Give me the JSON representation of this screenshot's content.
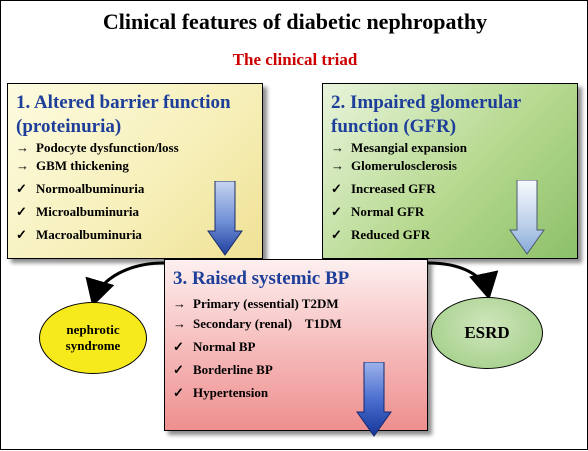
{
  "title": "Clinical features of diabetic nephropathy",
  "subtitle": "The clinical triad",
  "box1": {
    "title_line1": "1.  Altered barrier function",
    "title_line2": "(proteinuria)",
    "items": [
      {
        "symbol": "→",
        "text": "Podocyte dysfunction/loss"
      },
      {
        "symbol": "→",
        "text": "GBM thickening"
      },
      {
        "symbol": "✓",
        "text": "Normoalbuminuria"
      },
      {
        "symbol": "✓",
        "text": "Microalbuminuria"
      },
      {
        "symbol": "✓",
        "text": "Macroalbuminuria"
      }
    ]
  },
  "box2": {
    "title_line1": "2.  Impaired glomerular",
    "title_line2": "function (GFR)",
    "items": [
      {
        "symbol": "→",
        "text": "Mesangial expansion"
      },
      {
        "symbol": "→",
        "text": "Glomerulosclerosis"
      },
      {
        "symbol": "✓",
        "text": "Increased GFR"
      },
      {
        "symbol": "✓",
        "text": "Normal GFR"
      },
      {
        "symbol": "✓",
        "text": "Reduced GFR"
      }
    ]
  },
  "box3": {
    "title": "3.  Raised systemic BP",
    "items": [
      {
        "symbol": "→",
        "text": "Primary (essential) T2DM"
      },
      {
        "symbol": "→",
        "text": "Secondary (renal)    T1DM"
      },
      {
        "symbol": "✓",
        "text": "Normal BP"
      },
      {
        "symbol": "✓",
        "text": "Borderline BP"
      },
      {
        "symbol": "✓",
        "text": "Hypertension"
      }
    ]
  },
  "outcomes": {
    "left_line1": "nephrotic",
    "left_line2": "syndrome",
    "right": "ESRD"
  },
  "colors": {
    "title_red": "#cc0000",
    "box_title_blue": "#1d3f9a",
    "box1_fill": "#f7f0bb",
    "box2_fill": "#b6d98f",
    "box3_fill": "#f6b8b8",
    "ellipse_left": "#f7ea1c",
    "ellipse_right": "#9ccb81",
    "arrow_blue": "#2a4fa8"
  }
}
